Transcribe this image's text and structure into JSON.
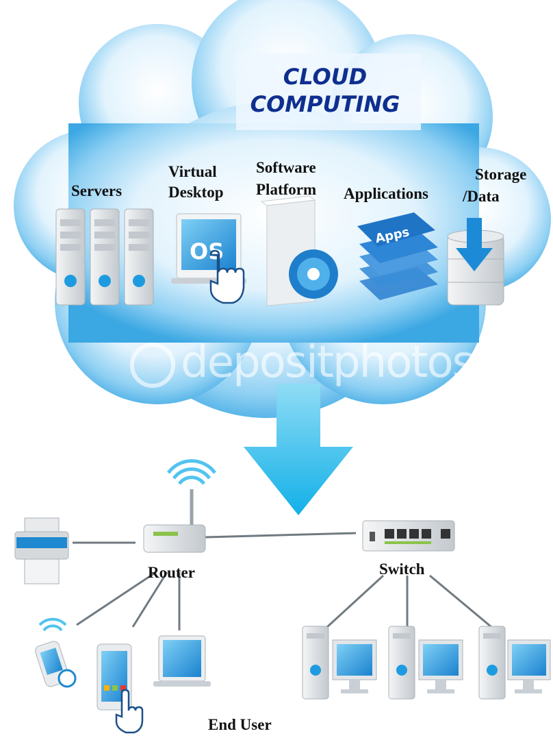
{
  "title": {
    "line1": "CLOUD",
    "line2": "COMPUTING"
  },
  "services": {
    "servers": "Servers",
    "virtual_desktop": [
      "Virtual",
      "Desktop"
    ],
    "software_platform": [
      "Software",
      "Platform"
    ],
    "applications": "Applications",
    "storage_data": [
      "Storage",
      "/Data"
    ]
  },
  "icon_text": {
    "os": "OS",
    "apps": "Apps"
  },
  "network": {
    "router": "Router",
    "switch": "Switch",
    "end_user": "End User"
  },
  "watermark": "depositphotos",
  "colors": {
    "cloud": "#4fb3ea",
    "cloud_light": "#ffffff",
    "arrow": "#22b8ea",
    "title": "#0f2f8f",
    "icon_blue": "#1e88d0",
    "device_gray": "#c9cfd5",
    "line": "#707a80"
  }
}
